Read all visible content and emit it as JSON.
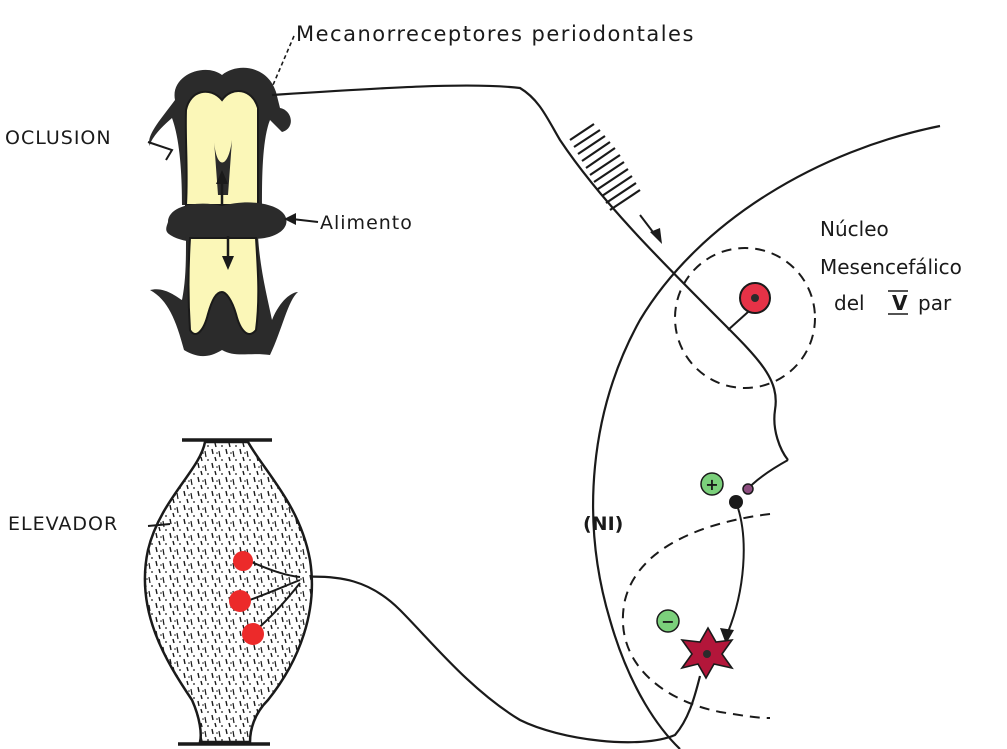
{
  "labels": {
    "mechanoreceptors": "Mecanorreceptores periodontales",
    "occlusion": "OCLUSION",
    "food": "Alimento",
    "nucleus_line1": "Núcleo",
    "nucleus_line2": "Mesencefálico",
    "nucleus_line3_a": "del",
    "nucleus_line3_roman": "V",
    "nucleus_line3_b": "par",
    "elevator": "ELEVADOR",
    "ni": "(NI)",
    "plus": "+",
    "minus": "−"
  },
  "colors": {
    "ink": "#1a1a1a",
    "tooth_fill": "#fbf7b8",
    "neuron_red": "#e63247",
    "neuron_crimson": "#b3163a",
    "excite_green": "#7bd07b",
    "muscle_red": "#ec2a2a",
    "terminal_purple": "#8c4d7f"
  }
}
